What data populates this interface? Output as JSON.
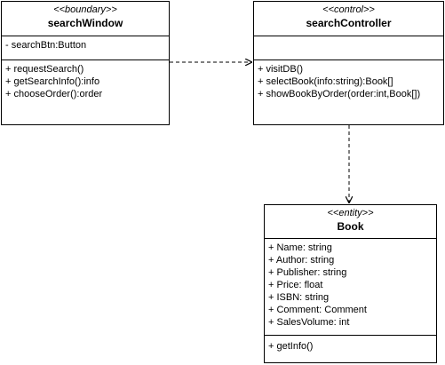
{
  "classes": {
    "search_window": {
      "stereotype": "<<boundary>>",
      "name": "searchWindow",
      "attributes": [
        "- searchBtn:Button"
      ],
      "operations": [
        "+ requestSearch()",
        "+ getSearchInfo():info",
        "+ chooseOrder():order"
      ]
    },
    "search_controller": {
      "stereotype": "<<control>>",
      "name": "searchController",
      "attributes": [],
      "operations": [
        "+ visitDB()",
        "+ selectBook(info:string):Book[]",
        "+ showBookByOrder(order:int,Book[])"
      ]
    },
    "book": {
      "stereotype": "<<entity>>",
      "name": "Book",
      "attributes": [
        "+ Name: string",
        "+ Author: string",
        "+ Publisher: string",
        "+ Price: float",
        "+ ISBN: string",
        "+ Comment: Comment",
        "+ SalesVolume: int"
      ],
      "operations": [
        "+ getInfo()"
      ]
    }
  },
  "connectors": [
    {
      "from": "searchWindow",
      "to": "searchController",
      "style": "dashed",
      "arrow": "open"
    },
    {
      "from": "searchController",
      "to": "Book",
      "style": "dashed",
      "arrow": "open"
    }
  ],
  "colors": {
    "line": "#000000",
    "background": "#ffffff"
  }
}
